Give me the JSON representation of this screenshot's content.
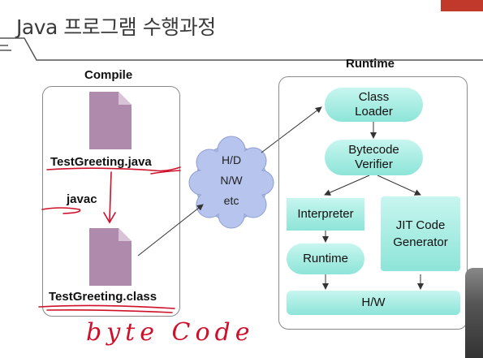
{
  "title": "Java 프로그램 수행과정",
  "compile": {
    "heading": "Compile",
    "source_file": "TestGreeting.java",
    "compiler": "javac",
    "class_file": "TestGreeting.class"
  },
  "transport": {
    "line1": "H/D",
    "line2": "N/W",
    "line3": "etc"
  },
  "runtime": {
    "heading": "Runtime",
    "class_loader": "Class Loader",
    "bytecode_verifier": "Bytecode Verifier",
    "interpreter": "Interpreter",
    "jit": "JIT Code Generator",
    "runtime": "Runtime",
    "hw": "H/W"
  },
  "annotation": {
    "handwriting": "byte Code"
  },
  "colors": {
    "accent_teal": "#8de4d8",
    "file_purple": "#b08aad",
    "ink_red": "#d0102a",
    "brand_red": "#c0392b"
  }
}
